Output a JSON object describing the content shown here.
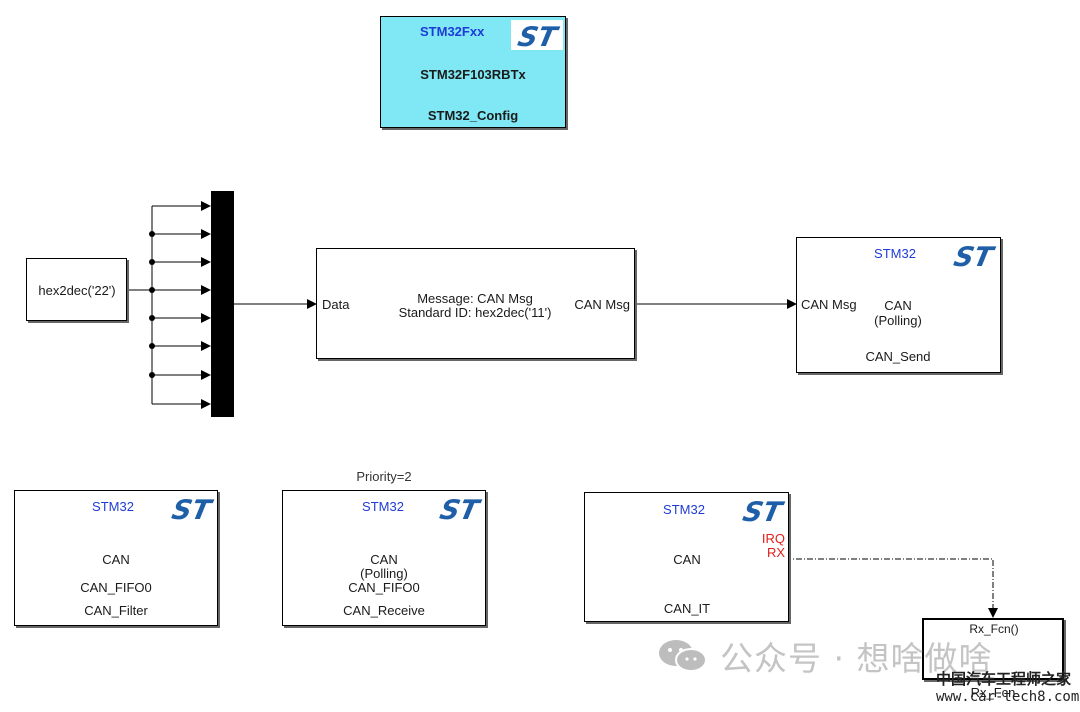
{
  "config_block": {
    "family": "STM32Fxx",
    "chip": "STM32F103RBTx",
    "name": "STM32_Config"
  },
  "constant_block": {
    "value": "hex2dec('22')"
  },
  "can_pack_block": {
    "in_port": "Data",
    "line1": "Message: CAN Msg",
    "line2": "Standard ID: hex2dec('11')",
    "out_port": "CAN Msg"
  },
  "can_send_block": {
    "brand": "STM32",
    "in_port": "CAN Msg",
    "line1": "CAN",
    "line2": "(Polling)",
    "name": "CAN_Send"
  },
  "can_filter_block": {
    "brand": "STM32",
    "line1": "CAN",
    "line2": "CAN_FIFO0",
    "name": "CAN_Filter"
  },
  "can_receive_block": {
    "priority": "Priority=2",
    "brand": "STM32",
    "line1": "CAN",
    "line2": "(Polling)",
    "line3": "CAN_FIFO0",
    "name": "CAN_Receive"
  },
  "can_it_block": {
    "brand": "STM32",
    "line1": "CAN",
    "irq_label": "IRQ",
    "rx_label": "RX",
    "name": "CAN_IT"
  },
  "rx_fcn_block": {
    "title": "Rx_Fcn()",
    "name": "Rx_Fcn"
  },
  "watermark": {
    "wechat": "公众号 · 想啥做啥",
    "site_cn": "中国汽车工程师之家",
    "site_url": "www.car-tech8.com"
  },
  "colors": {
    "config_fill": "#7fe8f4",
    "st_logo_blue": "#1f5fa8",
    "brand_text": "#1f3bd6",
    "port_red": "#e0201b"
  },
  "icons": {
    "st_logo": "st-logo-icon",
    "wechat": "wechat-icon"
  }
}
